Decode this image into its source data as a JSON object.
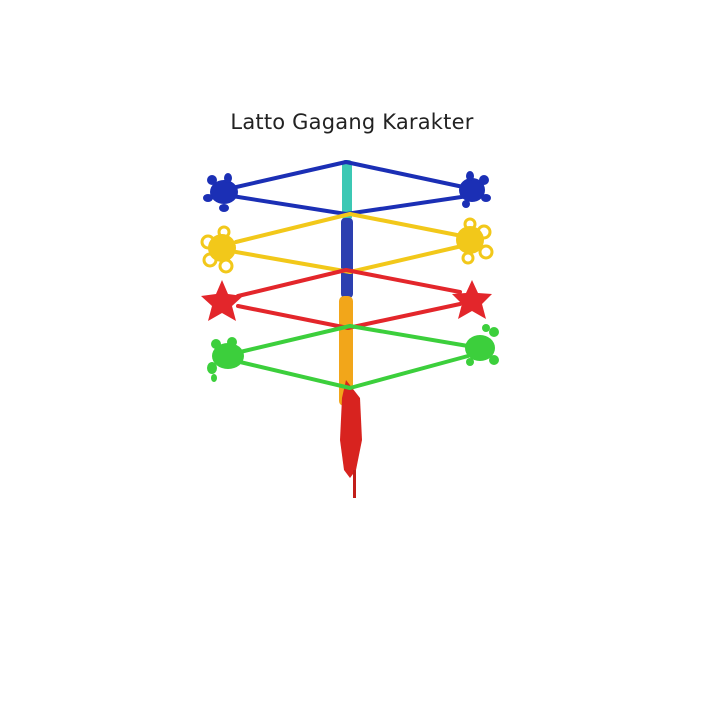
{
  "title": "Latto Gagang Karakter",
  "colors": {
    "background": "#ffffff",
    "blue": "#1b2fb5",
    "yellow": "#f2c81a",
    "red": "#e3262b",
    "green": "#3ccf3c",
    "handle_red": "#d8231f",
    "handle_orange": "#f28b1a",
    "handle_teal": "#3cc8b4"
  },
  "toy": {
    "tiers": [
      {
        "color_name": "blue",
        "left_figure": "turtle-icon",
        "right_figure": "turtle-icon"
      },
      {
        "color_name": "yellow",
        "left_figure": "crab-icon",
        "right_figure": "crab-icon"
      },
      {
        "color_name": "red",
        "left_figure": "star-icon",
        "right_figure": "star-icon"
      },
      {
        "color_name": "green",
        "left_figure": "frog-icon",
        "right_figure": "frog-icon"
      }
    ]
  }
}
